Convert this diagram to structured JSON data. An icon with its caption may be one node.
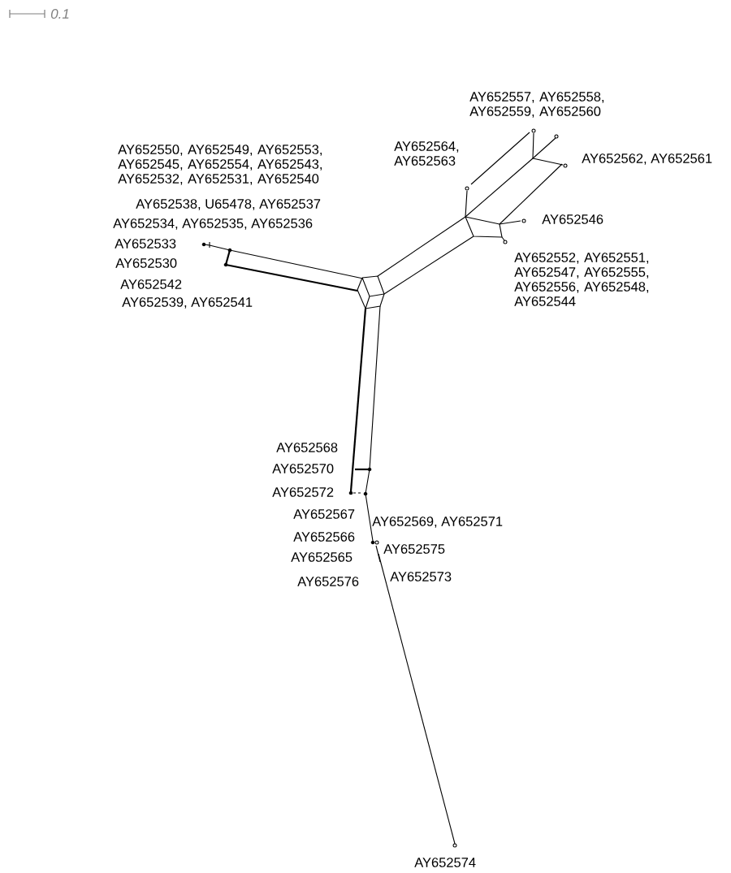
{
  "diagram": {
    "labels": [
      "0.1",
      "AY652557, AY652558, AY652559, AY652560",
      "AY652564, AY652563",
      "AY652550, AY652549, AY652553, AY652545, AY652554, AY652543, AY652532, AY652531, AY652540",
      "AY652562, AY652561",
      "AY652538, U65478, AY652537",
      "AY652546",
      "AY652534, AY652535, AY652536",
      "AY652533",
      "AY652552, AY652551, AY652547, AY652555, AY652556, AY652548, AY652544",
      "AY652530",
      "AY652542",
      "AY652539, AY652541",
      "AY652568",
      "AY652570",
      "AY652572",
      "AY652567",
      "AY652569, AY652571",
      "AY652566",
      "AY652575",
      "AY652565",
      "AY652573",
      "AY652576",
      "AY652574"
    ]
  }
}
